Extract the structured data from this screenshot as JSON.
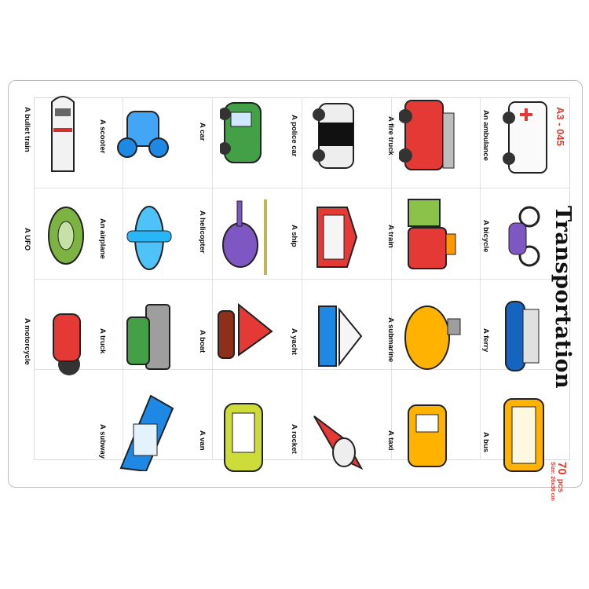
{
  "title": "Transportation",
  "code": "A3 - 045",
  "pieces": {
    "count": "70",
    "unit": "pcs",
    "size": "Size: 26x36 cm"
  },
  "labels": [
    "A bullet train",
    "A scooter",
    "A car",
    "A police car",
    "A fire truck",
    "An ambulance",
    "A UFO",
    "An airplane",
    "A helicopter",
    "A ship",
    "A train",
    "A bicycle",
    "A motorcycle",
    "A truck",
    "A boat",
    "A yacht",
    "A submarine",
    "A ferry",
    "A subway",
    "A van",
    "A rocket",
    "A taxi",
    "A bus"
  ],
  "colors": {
    "accent": "#e53b2d",
    "tab": "#ffb300"
  }
}
